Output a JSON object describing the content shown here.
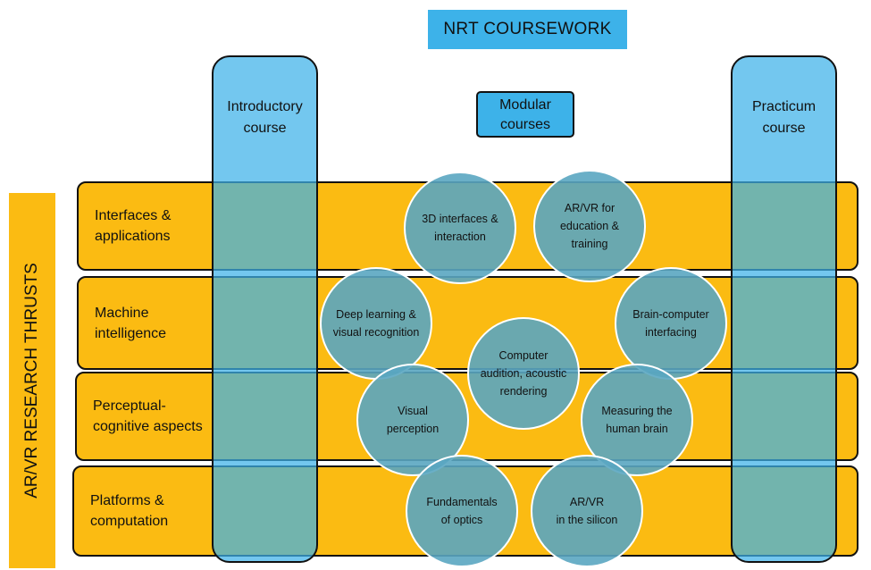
{
  "title": "NRT COURSEWORK",
  "side_label": "AR/VR RESEARCH THRUSTS",
  "rows": [
    {
      "label": "Interfaces &\napplications"
    },
    {
      "label": "Machine\nintelligence"
    },
    {
      "label": "Perceptual-\ncognitive aspects"
    },
    {
      "label": "Platforms &\ncomputation"
    }
  ],
  "pillars": {
    "intro": "Introductory\ncourse",
    "practicum": "Practicum\ncourse"
  },
  "modular_label": "Modular\ncourses",
  "circles": [
    {
      "label": "3D interfaces &\ninteraction"
    },
    {
      "label": "AR/VR for\neducation &\ntraining"
    },
    {
      "label": "Deep learning &\nvisual recognition"
    },
    {
      "label": "Brain-computer\ninterfacing"
    },
    {
      "label": "Computer\naudition, acoustic\nrendering"
    },
    {
      "label": "Visual\nperception"
    },
    {
      "label": "Measuring the\nhuman brain"
    },
    {
      "label": "Fundamentals\nof optics"
    },
    {
      "label": "AR/VR\nin the silicon"
    }
  ],
  "colors": {
    "thrust": "#fbbb12",
    "course": "#3db2e9",
    "module_circle": "#5aa6c1"
  }
}
